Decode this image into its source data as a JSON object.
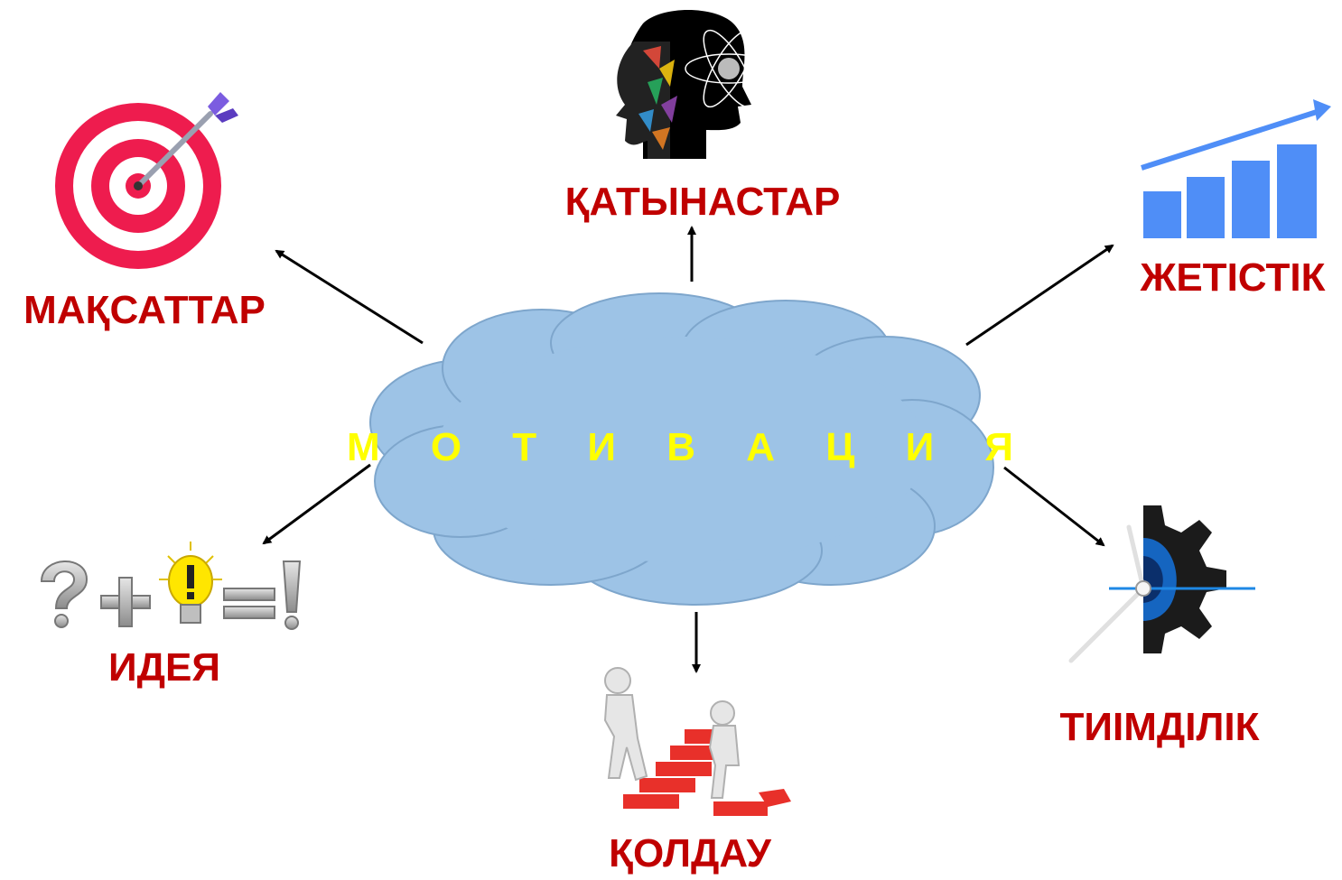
{
  "center": {
    "text": "М О Т И В А Ц И Я"
  },
  "nodes": {
    "goals": "МАҚСАТТАР",
    "relations": "ҚАТЫНАСТАР",
    "achievement": "ЖЕТІСТІК",
    "idea": "ИДЕЯ",
    "support": "ҚОЛДАУ",
    "efficiency": "ТИІМДІЛІК"
  },
  "icons": {
    "goals": "target-with-arrow-icon",
    "relations": "head-with-atom-icon",
    "achievement": "growth-bar-chart-icon",
    "idea": "question-plus-bulb-equals-exclamation-icon",
    "support": "helping-on-stairs-icon",
    "efficiency": "gear-with-clock-hands-icon"
  },
  "colors": {
    "label": "#c00000",
    "center_text": "#ffff00",
    "cloud_fill": "#9dc3e6",
    "cloud_stroke": "#7ea6cc",
    "arrow": "#000000"
  }
}
